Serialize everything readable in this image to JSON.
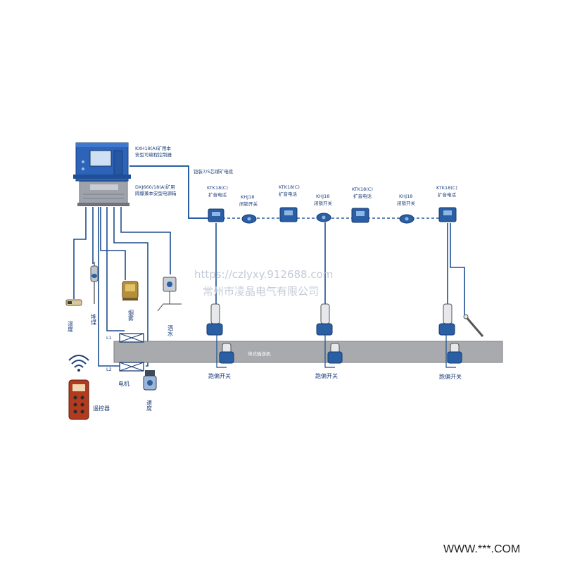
{
  "controller": {
    "line1": "KXH18(A)矿用本",
    "line2": "安型可编程控制器"
  },
  "power_supply": {
    "line1": "DXJ660/18(A)矿用",
    "line2": "隔爆兼本安型电源箱"
  },
  "cable_label": "铠装7/5芯煤矿电缆",
  "phones": [
    {
      "model": "KTK18(C)",
      "name": "扩音电话"
    },
    {
      "model": "KTK18(C)",
      "name": "扩音电话"
    },
    {
      "model": "KTK18(C)",
      "name": "扩音电话"
    },
    {
      "model": "KTK18(C)",
      "name": "扩音电话"
    }
  ],
  "lockouts": [
    {
      "model": "KHJ18",
      "name": "闭锁开关"
    },
    {
      "model": "KHJ18",
      "name": "闭锁开关"
    },
    {
      "model": "KHJ18",
      "name": "闭锁开关"
    }
  ],
  "sensors": {
    "temperature": "温度",
    "coal_pile": "堆煤",
    "smoke": "烟雾",
    "sprinkler": "洒水"
  },
  "conveyor_label": "带式输送机",
  "motors": {
    "l1": "L1",
    "l2": "L2",
    "label": "电机"
  },
  "speed_label": "速度",
  "deviation_switches": [
    "跑偏开关",
    "跑偏开关",
    "跑偏开关"
  ],
  "remote_label": "遥控器",
  "watermark": {
    "line1": "https://czlyxy.912688.com",
    "line2": "常州市凌晶电气有限公司"
  },
  "footer_url": "WWW.***.COM",
  "colors": {
    "accent": "#1d4f8f",
    "device": "#2a5fa3",
    "conveyor": "#a8aaae"
  }
}
